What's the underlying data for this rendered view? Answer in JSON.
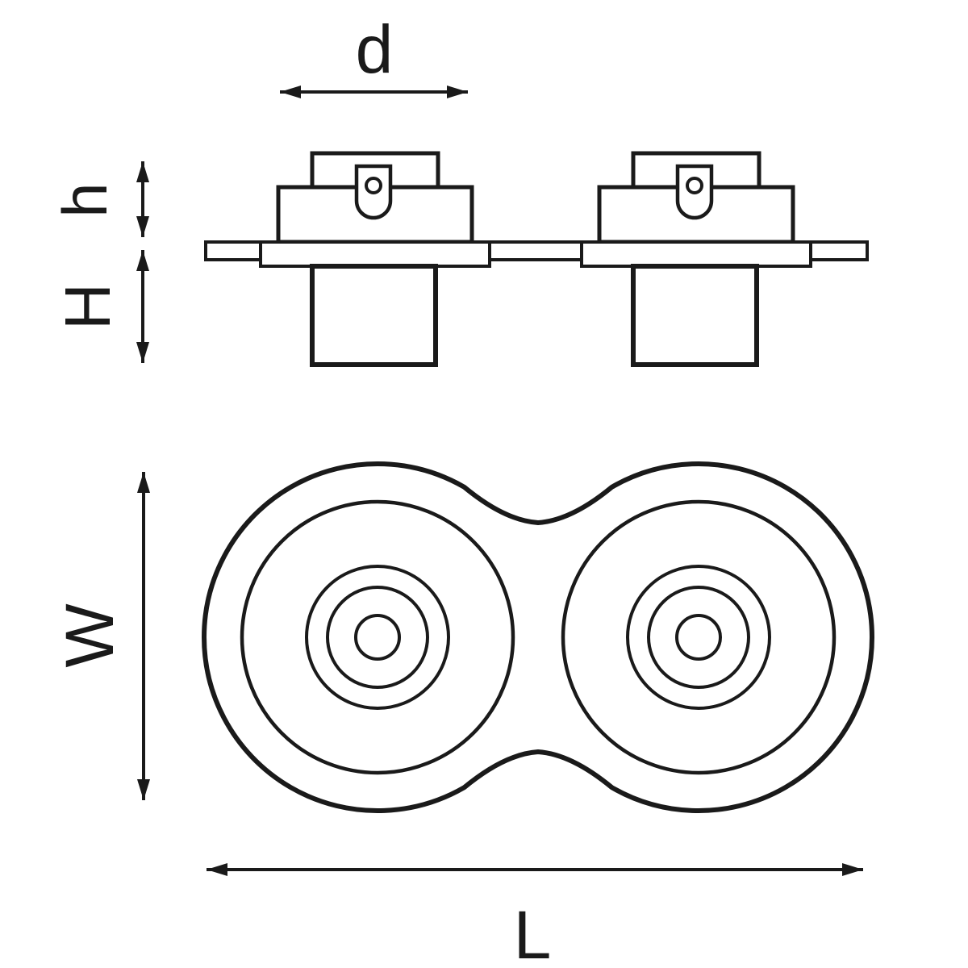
{
  "drawing": {
    "type": "technical-dimension-diagram",
    "views": [
      "side-view",
      "bottom-view"
    ],
    "colors": {
      "line": "#1a1a1a",
      "background": "#ffffff"
    },
    "labels": {
      "d": "d",
      "h": "h",
      "H": "H",
      "W": "W",
      "L": "L"
    }
  }
}
